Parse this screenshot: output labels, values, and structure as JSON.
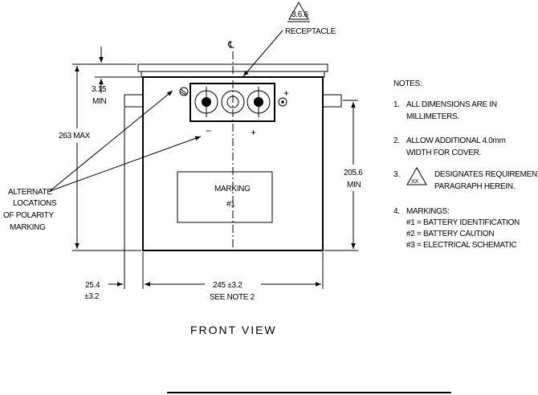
{
  "reference_triangle": "3.6.6",
  "receptacle_label": "RECEPTACLE",
  "centerline_symbol": "℄",
  "dims": {
    "top_gap": "3.15",
    "top_gap_unit": "MIN",
    "height_max": "263 MAX",
    "inner_height": "205.6",
    "inner_height_unit": "MIN",
    "side_offset": "25.4",
    "side_offset_tol": "±3.2",
    "width": "245 ±3.2",
    "width_note": "SEE NOTE 2"
  },
  "polarity": {
    "minus": "−",
    "plus": "+",
    "terminal_plus": "+"
  },
  "alternate_label": [
    "ALTERNATE",
    "LOCATIONS",
    "OF POLARITY",
    "MARKING"
  ],
  "marking_box": [
    "MARKING",
    "#1"
  ],
  "notes": {
    "title": "NOTES:",
    "items": [
      {
        "num": "1.",
        "lines": [
          "ALL DIMENSIONS ARE IN",
          "MILLIMETERS."
        ]
      },
      {
        "num": "2.",
        "lines": [
          "ALLOW ADDITIONAL 4.0mm",
          "WIDTH FOR COVER."
        ]
      },
      {
        "num": "3.",
        "symbol": "XX",
        "lines": [
          "DESIGNATES REQUIREMENTS",
          "PARAGRAPH HEREIN."
        ]
      },
      {
        "num": "4.",
        "lines": [
          "MARKINGS:",
          "#1 = BATTERY IDENTIFICATION",
          "#2 = BATTERY CAUTION",
          "#3 = ELECTRICAL SCHEMATIC"
        ]
      }
    ]
  },
  "view_title": "FRONT  VIEW"
}
